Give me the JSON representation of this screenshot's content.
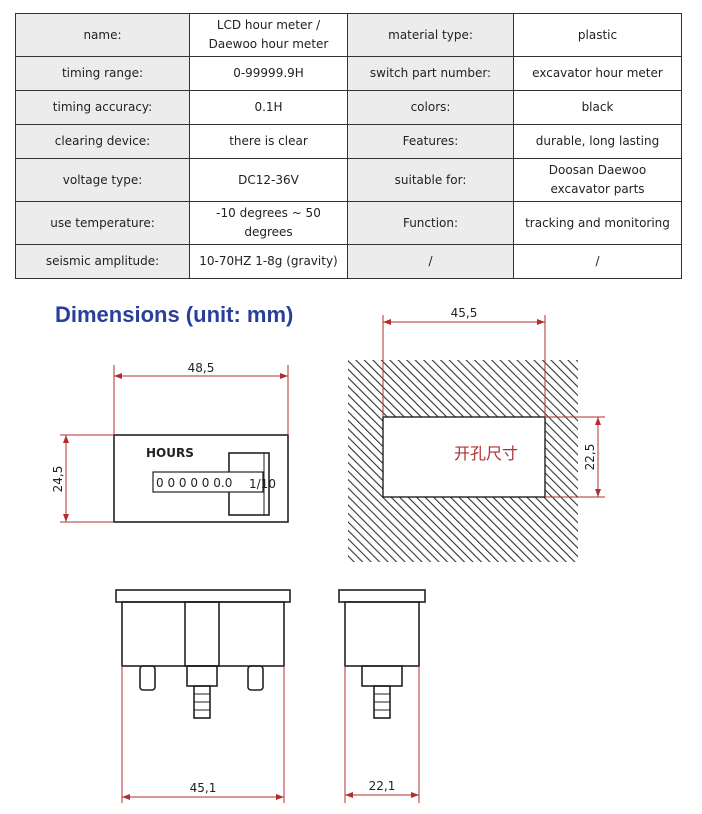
{
  "spec_table": {
    "rows": [
      {
        "k1": "name:",
        "v1": "LCD hour meter / Daewoo hour meter",
        "k2": "material type:",
        "v2": "plastic"
      },
      {
        "k1": "timing range:",
        "v1": "0-99999.9H",
        "k2": "switch part number:",
        "v2": "excavator hour meter"
      },
      {
        "k1": "timing accuracy:",
        "v1": "0.1H",
        "k2": "colors:",
        "v2": "black"
      },
      {
        "k1": "clearing device:",
        "v1": "there is clear",
        "k2": "Features:",
        "v2": "durable, long lasting"
      },
      {
        "k1": "voltage type:",
        "v1": "DC12-36V",
        "k2": "suitable for:",
        "v2": "Doosan Daewoo excavator parts"
      },
      {
        "k1": "use temperature:",
        "v1": "-10 degrees ~ 50 degrees",
        "k2": "Function:",
        "v2": "tracking and monitoring"
      },
      {
        "k1": "seismic amplitude:",
        "v1": "10-70HZ 1-8g (gravity)",
        "k2": "/",
        "v2": "/"
      }
    ]
  },
  "drawing": {
    "title": "Dimensions (unit: mm)",
    "front_width": "48,5",
    "front_height": "24,5",
    "hours_label": "HOURS",
    "counter_digits": "0 0 0 0 0 0.0",
    "counter_unit": "1/10",
    "cutout_width": "45,5",
    "cutout_height": "22,5",
    "cutout_label": "开孔尺寸",
    "side_width": "45,1",
    "end_width": "22,1",
    "colors": {
      "title": "#2a3f9a",
      "dimension_line": "#b03030",
      "outline": "#222222"
    }
  }
}
